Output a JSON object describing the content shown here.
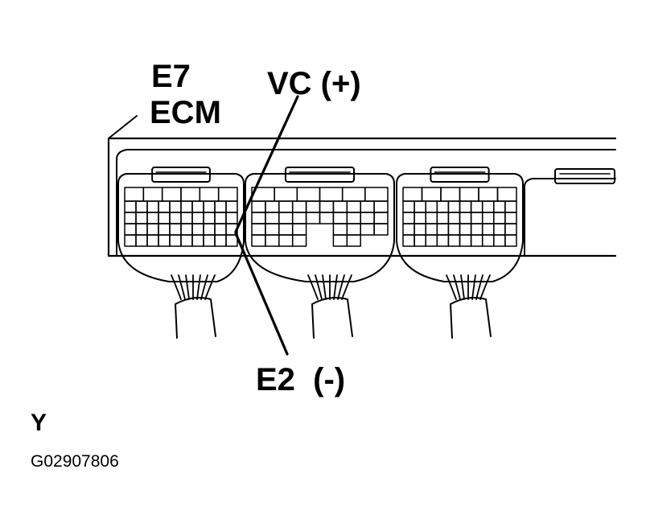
{
  "labels": {
    "connector_id": "E7",
    "component": "ECM",
    "vc_terminal": "VC (+)",
    "e2_terminal": "E2  (-)",
    "view_marker": "Y",
    "figure_code": "G02907806"
  },
  "connectors": [
    {
      "id": "c1",
      "blocked_cells": []
    },
    {
      "id": "c2",
      "blocked_cells": [
        [
          4,
          2
        ],
        [
          4,
          3
        ],
        [
          5,
          2
        ],
        [
          5,
          3
        ],
        [
          8,
          3
        ],
        [
          9,
          3
        ]
      ]
    },
    {
      "id": "c3",
      "blocked_cells": []
    }
  ],
  "grid": {
    "columns": 10,
    "rows": 4,
    "top_row_columns": 6
  }
}
